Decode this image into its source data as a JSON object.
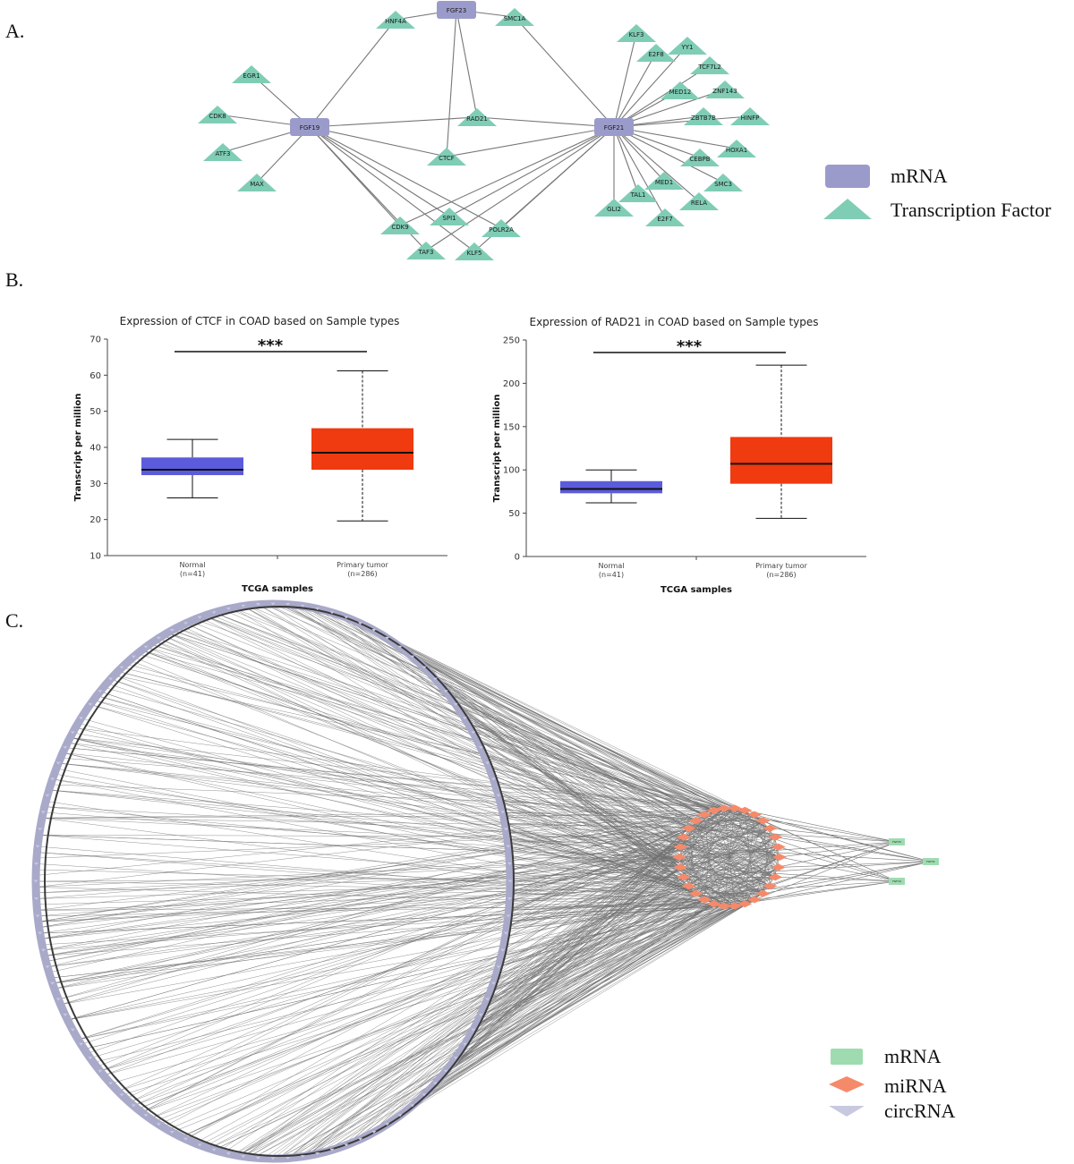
{
  "panels": {
    "a": "A.",
    "b": "B.",
    "c": "C."
  },
  "panelA": {
    "legend": [
      {
        "label": "mRNA",
        "shape": "rect",
        "color": "#9b9bcb"
      },
      {
        "label": "Transcription Factor",
        "shape": "triangle",
        "color": "#7fcdb5"
      }
    ],
    "mrna_nodes": [
      "FGF23",
      "FGF19",
      "FGF21"
    ],
    "tf_nodes": [
      "HNF4A",
      "SMC1A",
      "EGR1",
      "CDK8",
      "ATF3",
      "MAX",
      "RAD21",
      "CTCF",
      "CDK9",
      "SPI1",
      "POLR2A",
      "TAF3",
      "KLF5",
      "KLF3",
      "E2F8",
      "YY1",
      "TCF7L2",
      "MED12",
      "ZNF143",
      "ZBTB7B",
      "HINFP",
      "HOXA1",
      "CEBPB",
      "SMC3",
      "MED1",
      "TAL1",
      "RELA",
      "GLI2",
      "E2F7"
    ],
    "edges": [
      [
        "FGF23",
        "HNF4A"
      ],
      [
        "FGF23",
        "SMC1A"
      ],
      [
        "FGF23",
        "RAD21"
      ],
      [
        "FGF23",
        "CTCF"
      ],
      [
        "HNF4A",
        "FGF19"
      ],
      [
        "SMC1A",
        "FGF21"
      ],
      [
        "FGF19",
        "EGR1"
      ],
      [
        "FGF19",
        "CDK8"
      ],
      [
        "FGF19",
        "ATF3"
      ],
      [
        "FGF19",
        "MAX"
      ],
      [
        "FGF19",
        "RAD21"
      ],
      [
        "FGF19",
        "CTCF"
      ],
      [
        "FGF19",
        "CDK9"
      ],
      [
        "FGF19",
        "SPI1"
      ],
      [
        "FGF19",
        "POLR2A"
      ],
      [
        "FGF19",
        "TAF3"
      ],
      [
        "FGF19",
        "KLF5"
      ],
      [
        "FGF21",
        "RAD21"
      ],
      [
        "FGF21",
        "CTCF"
      ],
      [
        "FGF21",
        "CDK9"
      ],
      [
        "FGF21",
        "SPI1"
      ],
      [
        "FGF21",
        "POLR2A"
      ],
      [
        "FGF21",
        "TAF3"
      ],
      [
        "FGF21",
        "KLF5"
      ],
      [
        "FGF21",
        "KLF3"
      ],
      [
        "FGF21",
        "E2F8"
      ],
      [
        "FGF21",
        "YY1"
      ],
      [
        "FGF21",
        "TCF7L2"
      ],
      [
        "FGF21",
        "MED12"
      ],
      [
        "FGF21",
        "ZNF143"
      ],
      [
        "FGF21",
        "ZBTB7B"
      ],
      [
        "FGF21",
        "HINFP"
      ],
      [
        "FGF21",
        "HOXA1"
      ],
      [
        "FGF21",
        "CEBPB"
      ],
      [
        "FGF21",
        "SMC3"
      ],
      [
        "FGF21",
        "MED1"
      ],
      [
        "FGF21",
        "TAL1"
      ],
      [
        "FGF21",
        "RELA"
      ],
      [
        "FGF21",
        "GLI2"
      ],
      [
        "FGF21",
        "E2F7"
      ]
    ]
  },
  "chart_data": [
    {
      "type": "box",
      "title": "Expression of CTCF in COAD based on Sample types",
      "xlabel": "TCGA samples",
      "ylabel": "Transcript per million",
      "ylim": [
        10,
        70
      ],
      "yticks": [
        10,
        20,
        30,
        40,
        50,
        60,
        70
      ],
      "significance": "***",
      "groups": [
        {
          "name": "Normal",
          "n": "(n=41)",
          "color": "#5b5bdc",
          "min": 26,
          "q1": 32.3,
          "median": 33.8,
          "q3": 37.2,
          "max": 42.2
        },
        {
          "name": "Primary tumor",
          "n": "(n=286)",
          "color": "#f03a10",
          "min": 19.6,
          "q1": 33.8,
          "median": 38.5,
          "q3": 45.3,
          "max": 61.2
        }
      ]
    },
    {
      "type": "box",
      "title": "Expression of RAD21 in COAD based on Sample types",
      "xlabel": "TCGA samples",
      "ylabel": "Transcript per million",
      "ylim": [
        0,
        250
      ],
      "yticks": [
        0,
        50,
        100,
        150,
        200,
        250
      ],
      "significance": "***",
      "groups": [
        {
          "name": "Normal",
          "n": "(n=41)",
          "color": "#5b5bdc",
          "min": 62,
          "q1": 73,
          "median": 78,
          "q3": 87,
          "max": 100
        },
        {
          "name": "Primary tumor",
          "n": "(n=286)",
          "color": "#f03a10",
          "min": 44,
          "q1": 84,
          "median": 107,
          "q3": 138,
          "max": 221
        }
      ]
    }
  ],
  "panelC": {
    "legend": [
      {
        "label": "mRNA",
        "shape": "rect",
        "color": "#9edcb0"
      },
      {
        "label": "miRNA",
        "shape": "diamond",
        "color": "#f58a6a"
      },
      {
        "label": "circRNA",
        "shape": "triangle",
        "color": "#c8c8e0"
      }
    ],
    "mrna_nodes": [
      "FGF23",
      "FGF21",
      "FGF19"
    ]
  }
}
